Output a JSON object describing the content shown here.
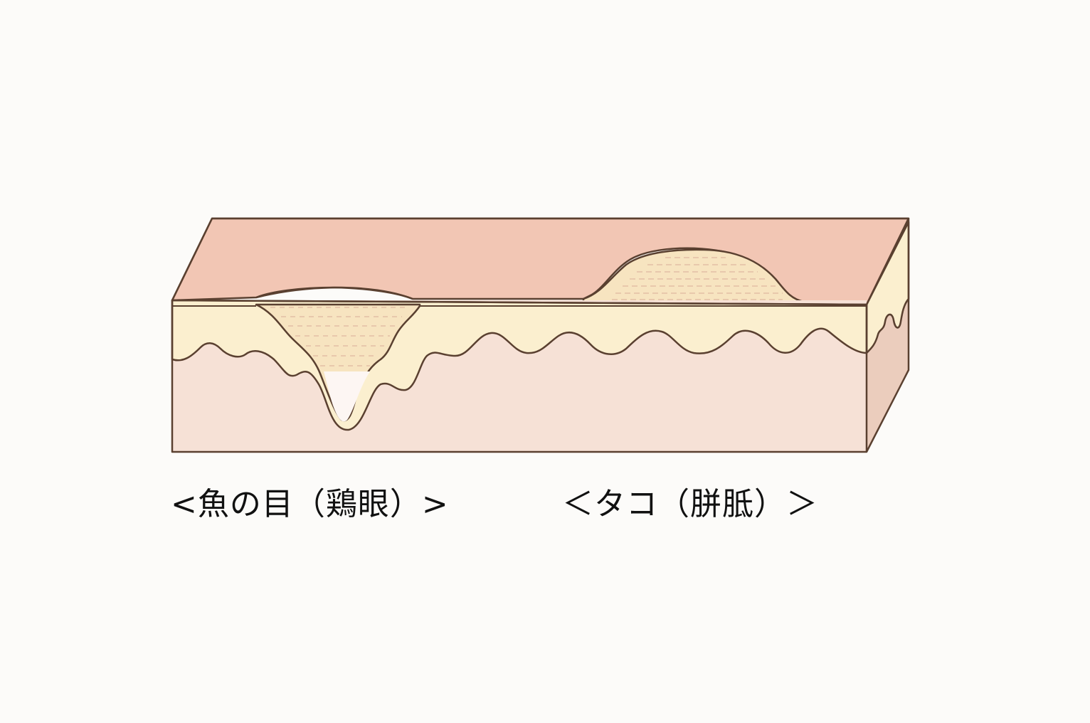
{
  "labels": {
    "corn": "<魚の目（鶏眼）>",
    "callus": "＜タコ（胼胝）＞"
  },
  "colors": {
    "background": "#fcfbf9",
    "skin_surface_top": "#f2c6b4",
    "epidermis": "#fbefcf",
    "dermis_front": "#f6e1d6",
    "dermis_side": "#ebcdbd",
    "keratin_core": "#f7e4c0",
    "core_tip": "#fdf6f3",
    "outline": "#5a4030",
    "hatching": "#e0b8a0"
  },
  "regions": [
    {
      "name": "corn",
      "description": "skin cross-section with wedge-shaped keratin core pressing into dermis"
    },
    {
      "name": "callus",
      "description": "skin cross-section with raised, flat thickened keratin layer on surface"
    }
  ]
}
